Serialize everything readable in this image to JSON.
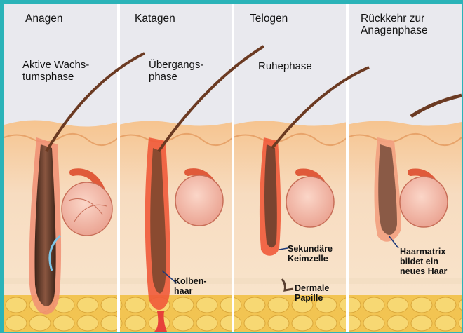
{
  "panels": [
    {
      "title": "Anagen",
      "subtitle": "Aktive Wachs-\ntumsphase"
    },
    {
      "title": "Katagen",
      "subtitle": "Übergangs-\nphase"
    },
    {
      "title": "Telogen",
      "subtitle": "Ruhephase"
    },
    {
      "title": "Rückkehr zur\nAnagenphase",
      "subtitle": ""
    }
  ],
  "annotations": {
    "kolbenhaar": "Kolben-\nhaar",
    "keimzelle": "Sekundäre\nKeimzelle",
    "papille": "Dermale\nPapille",
    "haarmatrix": "Haarmatrix\nbildet ein\nneues Haar"
  },
  "colors": {
    "sky": "#ebebf0",
    "skin_top": "#f1b36f",
    "dermis": "#f6dcc2",
    "fat": "#f3cb55",
    "hair": "#6b3a22",
    "follicle": "#e7413a",
    "border": "#2bb3b8"
  }
}
